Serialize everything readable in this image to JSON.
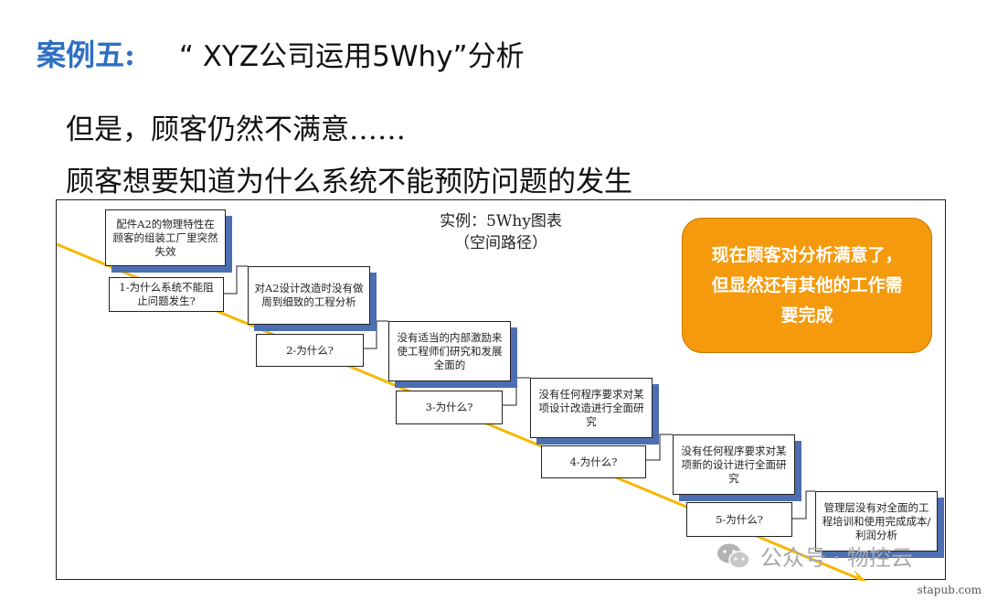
{
  "header": {
    "label": "案例五:",
    "title": "“ XYZ公司运用5Why”分析"
  },
  "intro": {
    "line1": "但是，顾客仍然不满意……",
    "line2": "顾客想要知道为什么系统不能预防问题的发生"
  },
  "diagram": {
    "title_line1": "实例：5Why图表",
    "title_line2": "（空间路径）",
    "problem": "配件A2的物理特性在顾客的组装工厂里突然失效",
    "steps": [
      {
        "question": "1-为什么系统不能阻止问题发生?",
        "answer": "对A2设计改造时没有做周到细致的工程分析"
      },
      {
        "question": "2-为什么?",
        "answer": "没有适当的内部激励来使工程师们研究和发展全面的"
      },
      {
        "question": "3-为什么?",
        "answer": "没有任何程序要求对某项设计改造进行全面研究"
      },
      {
        "question": "4-为什么?",
        "answer": "没有任何程序要求对某项新的设计进行全面研究"
      },
      {
        "question": "5-为什么?",
        "answer": "管理层没有对全面的工程培训和使用完成成本/利润分析"
      }
    ],
    "callout": "现在顾客对分析满意了，但显然还有其他的工作需要完成",
    "colors": {
      "accent": "#2e6fc2",
      "path_line": "#f5b800",
      "callout": "#f59a0c",
      "box_shadow": "#4d6fb1"
    }
  },
  "watermark": {
    "text": "公众号 · 物控云",
    "icon": "wechat-icon"
  },
  "site": "stapub.com"
}
